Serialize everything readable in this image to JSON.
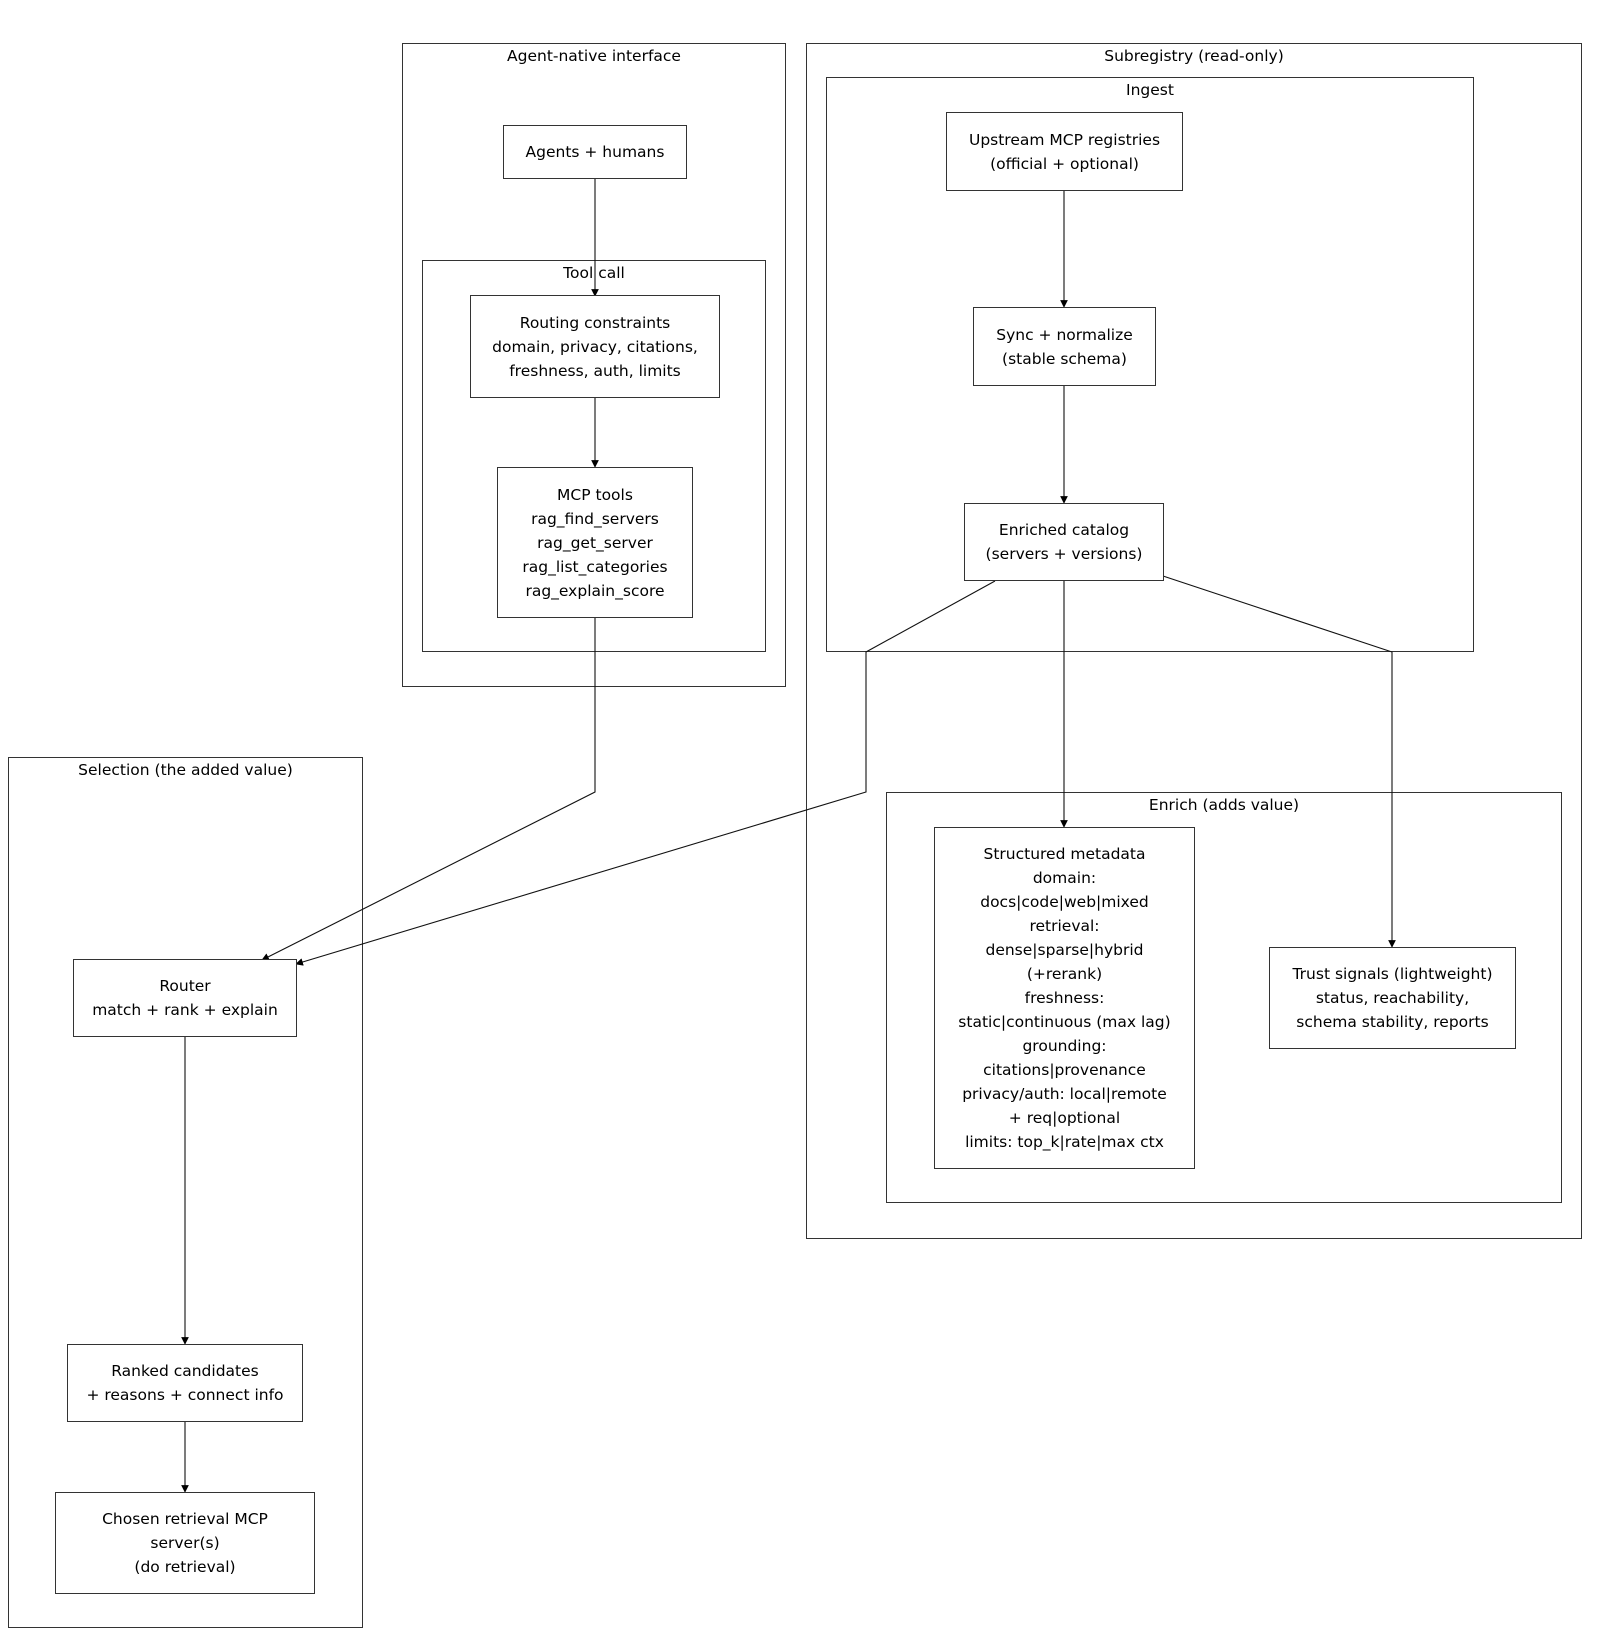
{
  "groups": {
    "agent_native": "Agent-native interface",
    "tool_call": "Tool call",
    "subregistry": "Subregistry (read-only)",
    "ingest": "Ingest",
    "enrich": "Enrich (adds value)",
    "selection": "Selection (the added value)"
  },
  "nodes": {
    "agents_humans": "Agents + humans",
    "routing_constraints": "Routing constraints\ndomain, privacy, citations,\nfreshness, auth, limits",
    "mcp_tools": "MCP tools\nrag_find_servers\nrag_get_server\nrag_list_categories\nrag_explain_score",
    "upstream": "Upstream MCP registries\n(official + optional)",
    "sync": "Sync + normalize\n(stable schema)",
    "enriched_catalog": "Enriched catalog\n(servers + versions)",
    "structured_metadata": "Structured metadata\ndomain:\ndocs|code|web|mixed\nretrieval:\ndense|sparse|hybrid\n(+rerank)\nfreshness:\nstatic|continuous (max lag)\ngrounding:\ncitations|provenance\nprivacy/auth: local|remote\n+ req|optional\nlimits: top_k|rate|max ctx",
    "trust_signals": "Trust signals (lightweight)\nstatus, reachability,\nschema stability, reports",
    "router": "Router\nmatch + rank + explain",
    "ranked": "Ranked candidates\n+ reasons + connect info",
    "chosen": "Chosen retrieval MCP\nserver(s)\n(do retrieval)"
  },
  "edges": [
    {
      "from": "agents_humans",
      "to": "routing_constraints"
    },
    {
      "from": "routing_constraints",
      "to": "mcp_tools"
    },
    {
      "from": "mcp_tools",
      "to": "router"
    },
    {
      "from": "upstream",
      "to": "sync"
    },
    {
      "from": "sync",
      "to": "enriched_catalog"
    },
    {
      "from": "enriched_catalog",
      "to": "router"
    },
    {
      "from": "enriched_catalog",
      "to": "structured_metadata"
    },
    {
      "from": "enriched_catalog",
      "to": "trust_signals"
    },
    {
      "from": "router",
      "to": "ranked"
    },
    {
      "from": "ranked",
      "to": "chosen"
    }
  ]
}
